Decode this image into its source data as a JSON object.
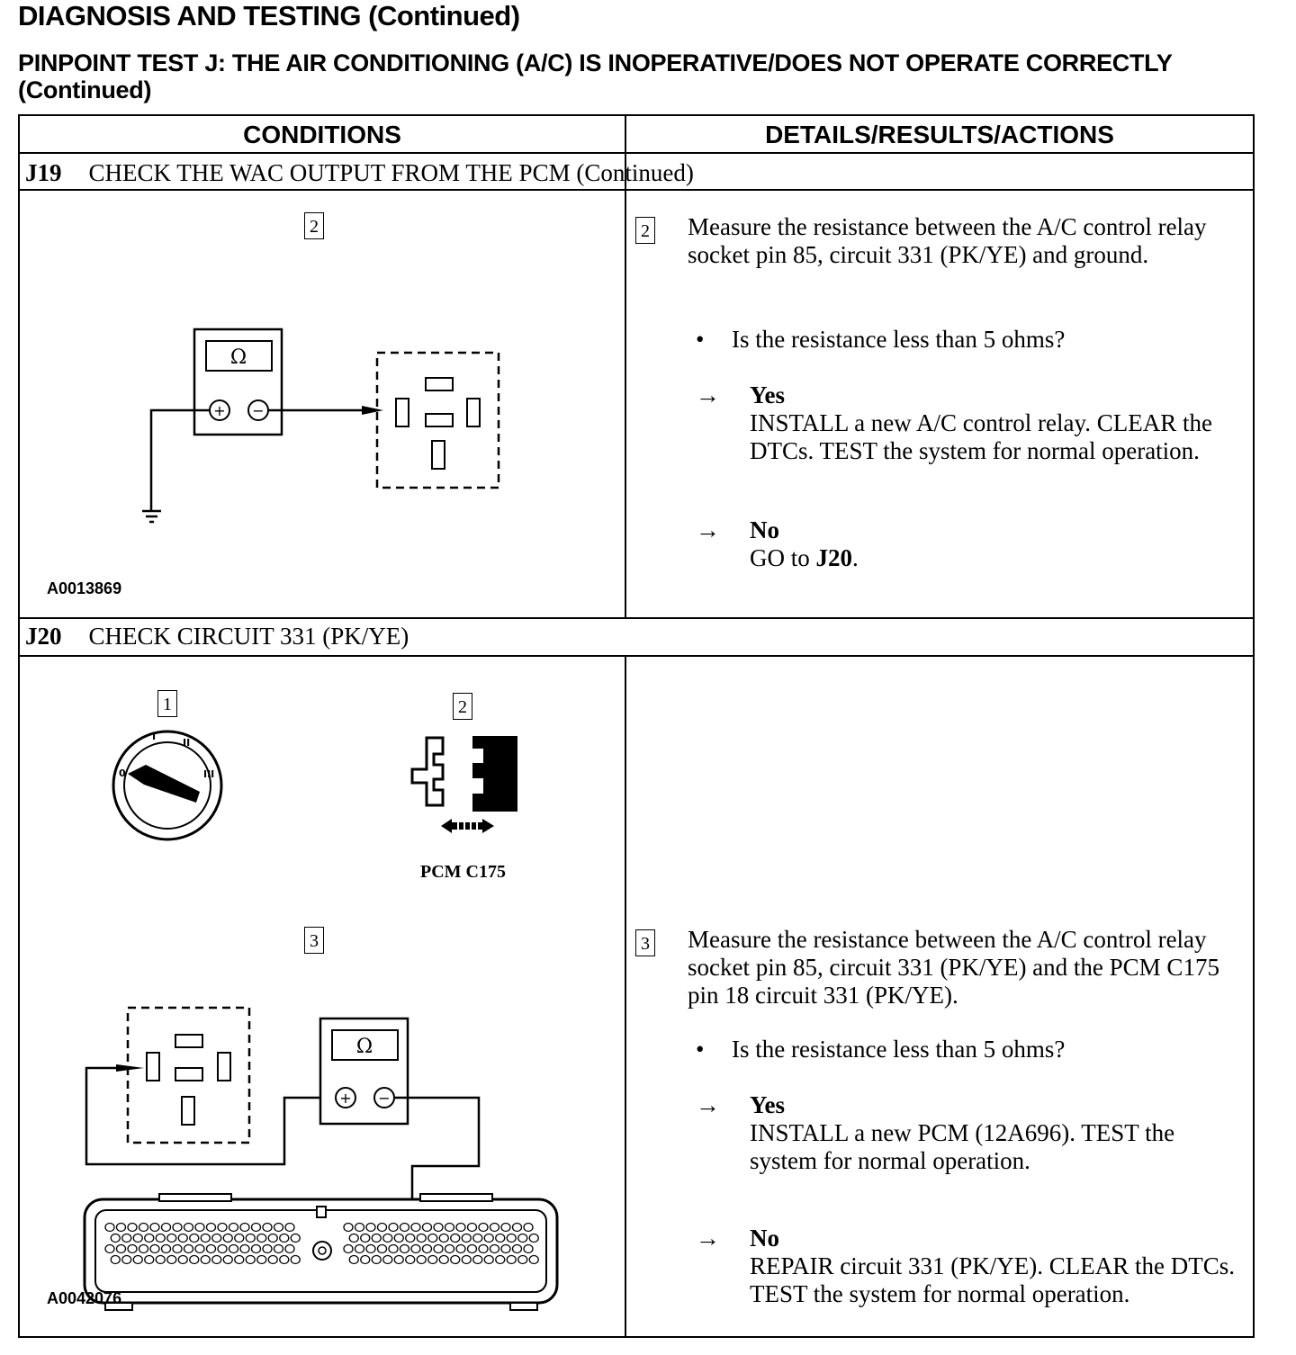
{
  "header": {
    "section_title": "DIAGNOSIS AND TESTING (Continued)",
    "test_title": "PINPOINT TEST J: THE AIR CONDITIONING (A/C) IS INOPERATIVE/DOES NOT OPERATE CORRECTLY (Continued)"
  },
  "table": {
    "col_conditions": "CONDITIONS",
    "col_details": "DETAILS/RESULTS/ACTIONS"
  },
  "j19": {
    "code": "J19",
    "title": "CHECK THE WAC OUTPUT FROM THE PCM (Continued)",
    "figure_step": "2",
    "ohm_symbol": "Ω",
    "figure_id": "A0013869",
    "step_num": "2",
    "step_text": "Measure the resistance between the A/C control relay socket pin 85, circuit 331 (PK/YE) and ground.",
    "question": "Is the resistance less than 5 ohms?",
    "arrow": "→",
    "yes_label": "Yes",
    "yes_text": "INSTALL a new A/C control relay. CLEAR the DTCs. TEST the system for normal operation.",
    "no_label": "No",
    "no_text_prefix": "GO to ",
    "no_link": "J20",
    "no_text_suffix": "."
  },
  "j20": {
    "code": "J20",
    "title": "CHECK CIRCUIT 331 (PK/YE)",
    "figure_step_1": "1",
    "figure_step_2": "2",
    "figure_step_3": "3",
    "connector_label": "PCM C175",
    "ohm_symbol": "Ω",
    "figure_id": "A0042076",
    "step_num": "3",
    "step_text": "Measure the resistance between the A/C control relay socket pin 85, circuit 331 (PK/YE) and the PCM C175 pin 18 circuit 331 (PK/YE).",
    "question": "Is the resistance less than 5 ohms?",
    "arrow": "→",
    "yes_label": "Yes",
    "yes_text": "INSTALL a new PCM (12A696). TEST the system for normal operation.",
    "no_label": "No",
    "no_text": "REPAIR circuit 331 (PK/YE). CLEAR the DTCs. TEST the system for normal operation."
  }
}
